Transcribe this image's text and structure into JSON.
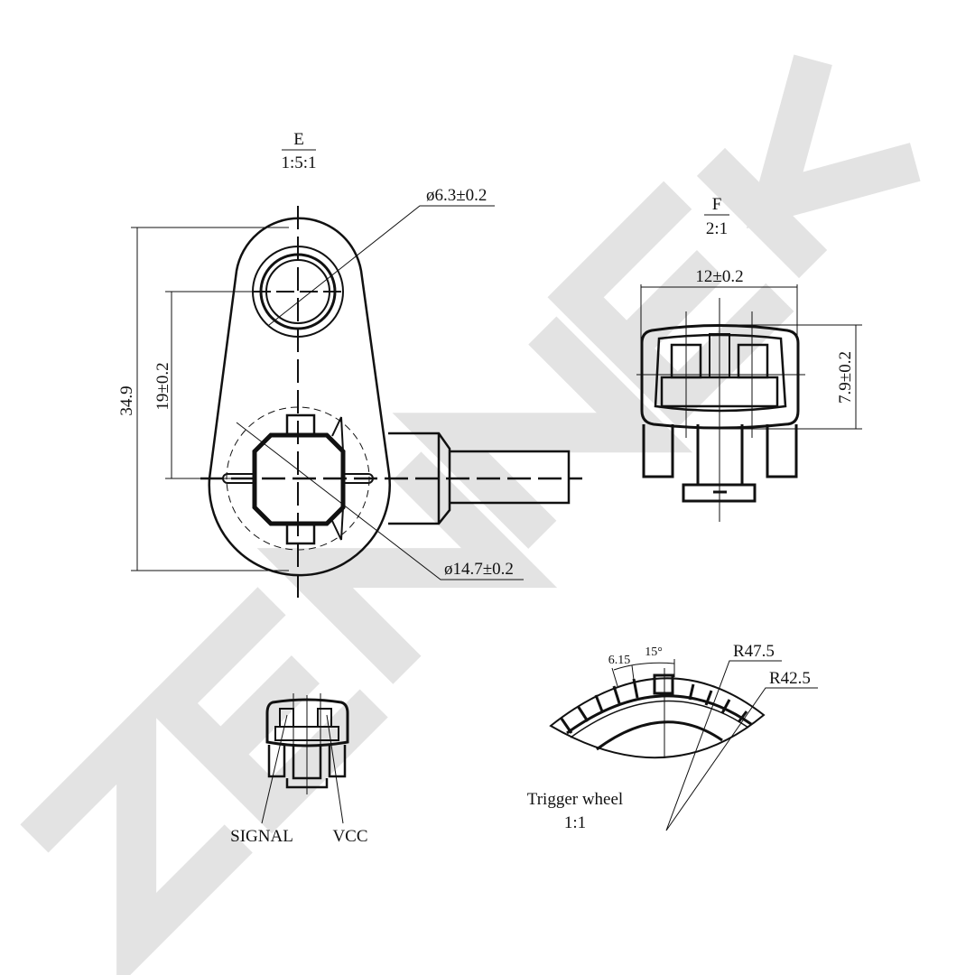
{
  "watermark": "ZENNEK",
  "view_e": {
    "letter": "E",
    "scale": "1:5:1",
    "hole_dia": "ø6.3±0.2",
    "body_dia": "ø14.7±0.2",
    "overall": "34.9",
    "center_dist": "19±0.2"
  },
  "view_f": {
    "letter": "F",
    "scale": "2:1",
    "width": "12±0.2",
    "height": "7.9±0.2"
  },
  "pins": {
    "signal": "SIGNAL",
    "vcc": "VCC"
  },
  "trigger": {
    "title": "Trigger wheel",
    "scale": "1:1",
    "tooth": "6.15",
    "angle": "15°",
    "r_outer": "R47.5",
    "r_inner": "R42.5"
  }
}
